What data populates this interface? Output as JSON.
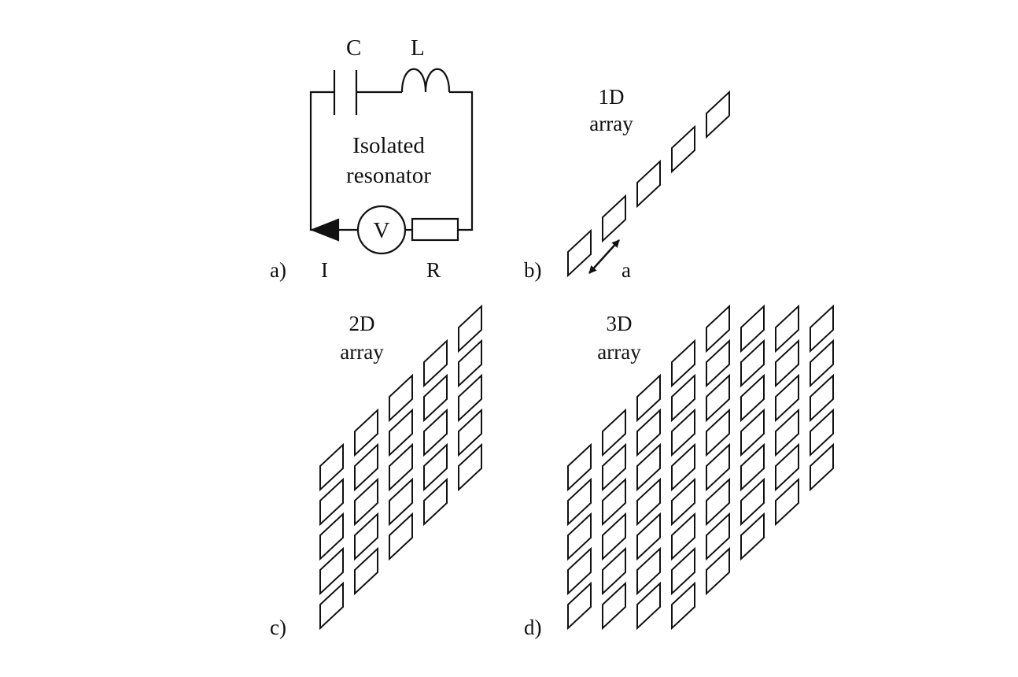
{
  "panel_a": {
    "label": "a)",
    "capacitor": "C",
    "inductor": "L",
    "resistor": "R",
    "current": "I",
    "source": "V",
    "title_line1": "Isolated",
    "title_line2": "resonator"
  },
  "panel_b": {
    "label": "b)",
    "title_line1": "1D",
    "title_line2": "array",
    "spacing": "a",
    "elements": 5
  },
  "panel_c": {
    "label": "c)",
    "title_line1": "2D",
    "title_line2": "array",
    "columns": 5,
    "rows_per_column": 5
  },
  "panel_d": {
    "label": "d)",
    "title_line1": "3D",
    "title_line2": "array",
    "columns": 8
  }
}
